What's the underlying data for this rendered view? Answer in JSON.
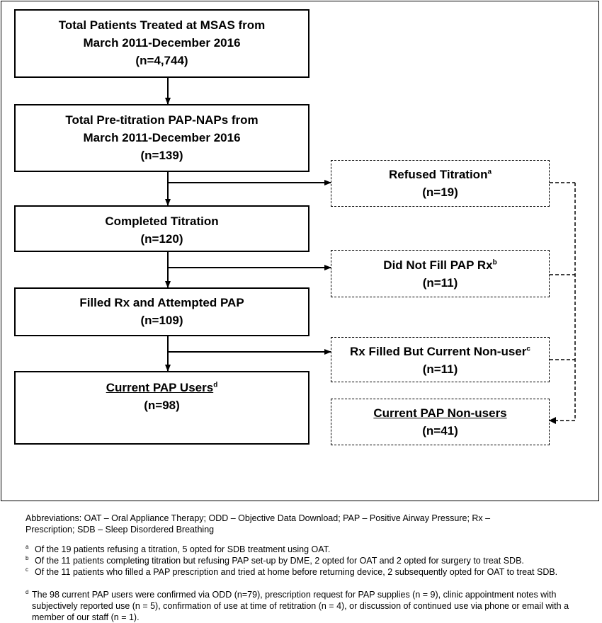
{
  "boxes": {
    "total_patients": {
      "line1": "Total Patients Treated at MSAS from",
      "line2": "March 2011-December 2016",
      "count": "(n=4,744)"
    },
    "pre_titration": {
      "line1": "Total Pre-titration PAP-NAPs from",
      "line2": "March 2011-December 2016",
      "count": "(n=139)"
    },
    "completed_titration": {
      "label": "Completed Titration",
      "count": "(n=120)"
    },
    "filled_rx": {
      "label": "Filled Rx and Attempted PAP",
      "count": "(n=109)"
    },
    "current_users": {
      "label": "Current PAP Users",
      "sup": "d",
      "count": "(n=98)"
    },
    "refused_titration": {
      "label": "Refused Titration",
      "sup": "a",
      "count": "(n=19)"
    },
    "did_not_fill": {
      "label": "Did Not Fill PAP Rx",
      "sup": "b",
      "count": "(n=11)"
    },
    "rx_filled_nonuser": {
      "label": "Rx Filled But Current Non-user",
      "sup": "c",
      "count": "(n=11)"
    },
    "current_nonusers": {
      "label": "Current PAP Non-users",
      "count": "(n=41)"
    }
  },
  "abbreviations": {
    "line1": "Abbreviations: OAT – Oral Appliance Therapy; ODD – Objective Data Download; PAP – Positive Airway Pressure; Rx –",
    "line2": "Prescription; SDB – Sleep Disordered Breathing"
  },
  "footnotes": [
    {
      "mark": "a",
      "text": "Of the 19 patients refusing a titration, 5 opted for SDB treatment using OAT."
    },
    {
      "mark": "b",
      "text": "Of the 11 patients completing titration but refusing PAP set-up by DME, 2 opted for OAT and 2 opted for surgery to treat SDB."
    },
    {
      "mark": "c",
      "text": "Of the 11 patients who filled a PAP prescription and tried at home before returning device, 2 subsequently opted for OAT to treat SDB."
    },
    {
      "mark": "d",
      "text": "The 98 current PAP users were confirmed via ODD (n=79), prescription request for PAP supplies (n = 9), clinic appointment notes with subjectively reported use (n = 5), confirmation of use at time of retitration (n = 4), or discussion of continued use via phone or email with a member of our staff (n = 1)."
    }
  ]
}
